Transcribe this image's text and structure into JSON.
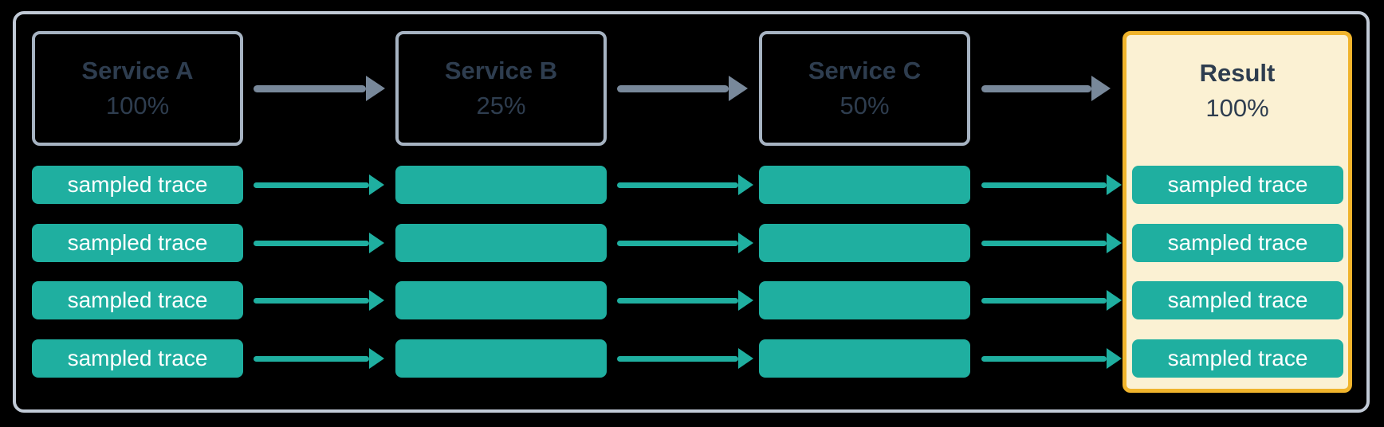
{
  "colors": {
    "teal": "#1FAFA0",
    "arrow_gray": "#78889A",
    "service_border": "#A6B3C2",
    "service_text": "#2E3D4F",
    "frame_border": "#C1CAD6",
    "result_bg": "#FBF1D3",
    "result_border": "#F0B42C",
    "trace_text": "#FFFFFF",
    "canvas_bg": "#000000"
  },
  "columns": [
    {
      "id": "service-a",
      "title": "Service A",
      "rate": "100%",
      "traces": [
        "sampled trace",
        "sampled trace",
        "sampled trace",
        "sampled trace"
      ]
    },
    {
      "id": "service-b",
      "title": "Service B",
      "rate": "25%",
      "traces": [
        "",
        "",
        "",
        ""
      ]
    },
    {
      "id": "service-c",
      "title": "Service C",
      "rate": "50%",
      "traces": [
        "",
        "",
        "",
        ""
      ]
    }
  ],
  "result": {
    "title": "Result",
    "rate": "100%",
    "traces": [
      "sampled trace",
      "sampled trace",
      "sampled trace",
      "sampled trace"
    ]
  }
}
